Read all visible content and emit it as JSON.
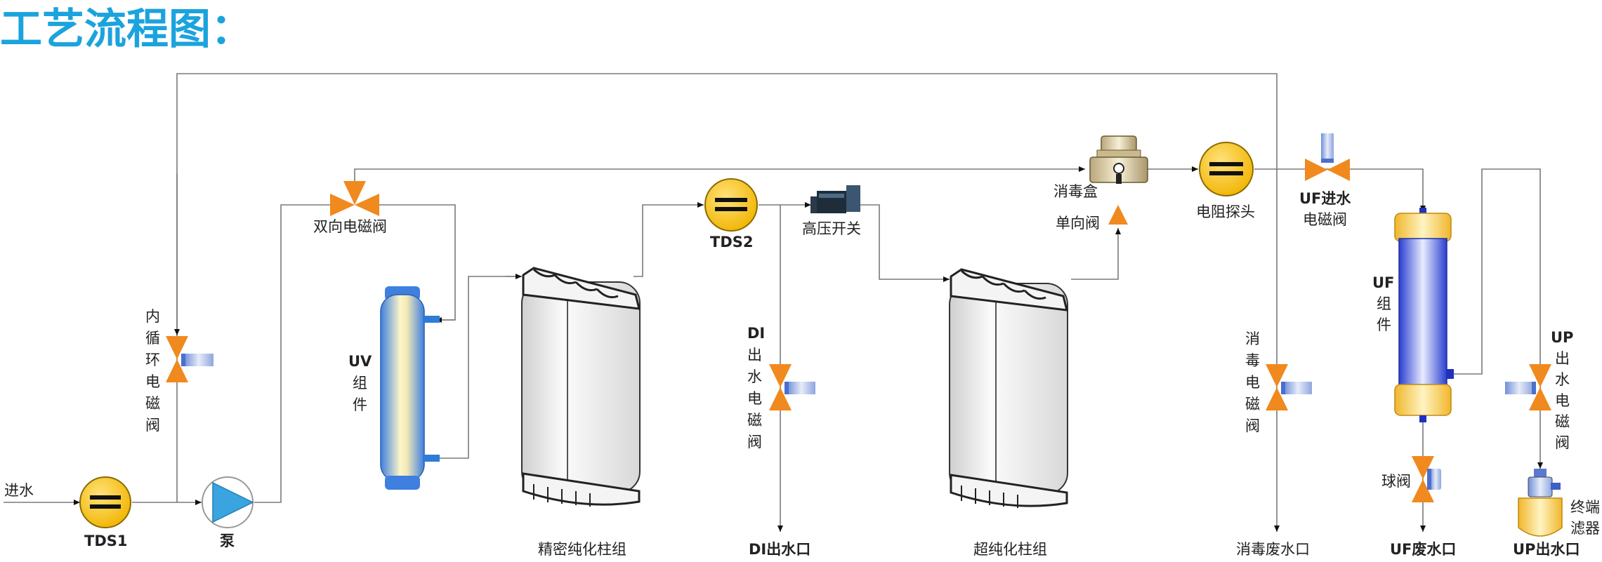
{
  "title": "工艺流程图：",
  "labels": {
    "inlet": "进水",
    "tds1": "TDS1",
    "pump": "泵",
    "inner_loop_valve": [
      "内",
      "循",
      "环",
      "电",
      "磁",
      "阀"
    ],
    "two_way_valve": "双向电磁阀",
    "uv_unit": [
      "UV",
      "组",
      "件"
    ],
    "precision_column": "精密纯化柱组",
    "tds2": "TDS2",
    "hp_switch": "高压开关",
    "di_valve": [
      "DI",
      "出",
      "水",
      "电",
      "磁",
      "阀"
    ],
    "di_outlet": "DI出水口",
    "ultra_column": "超纯化柱组",
    "disinfect_box": "消毒盒",
    "check_valve": "单向阀",
    "resistivity_probe": "电阻探头",
    "disinfect_valve": [
      "消",
      "毒",
      "电",
      "磁",
      "阀"
    ],
    "disinfect_outlet": "消毒废水口",
    "uf_inlet_valve": [
      "UF进水",
      "电磁阀"
    ],
    "uf_unit": [
      "UF",
      "组",
      "件"
    ],
    "ball_valve": "球阀",
    "uf_outlet": "UF废水口",
    "up_valve": [
      "UP",
      "出",
      "水",
      "电",
      "磁",
      "阀"
    ],
    "terminal_filter": [
      "终端",
      "滤器"
    ],
    "up_outlet": "UP出水口"
  },
  "colors": {
    "title": "#1ba3dd",
    "valve": "#f0891e",
    "tds_fill": "#f6c21b",
    "pump": "#3aa4e0",
    "uv_tube": "#7aaeea",
    "uf_tube": "#5a6bd8",
    "uf_cap": "#f6c84a"
  }
}
